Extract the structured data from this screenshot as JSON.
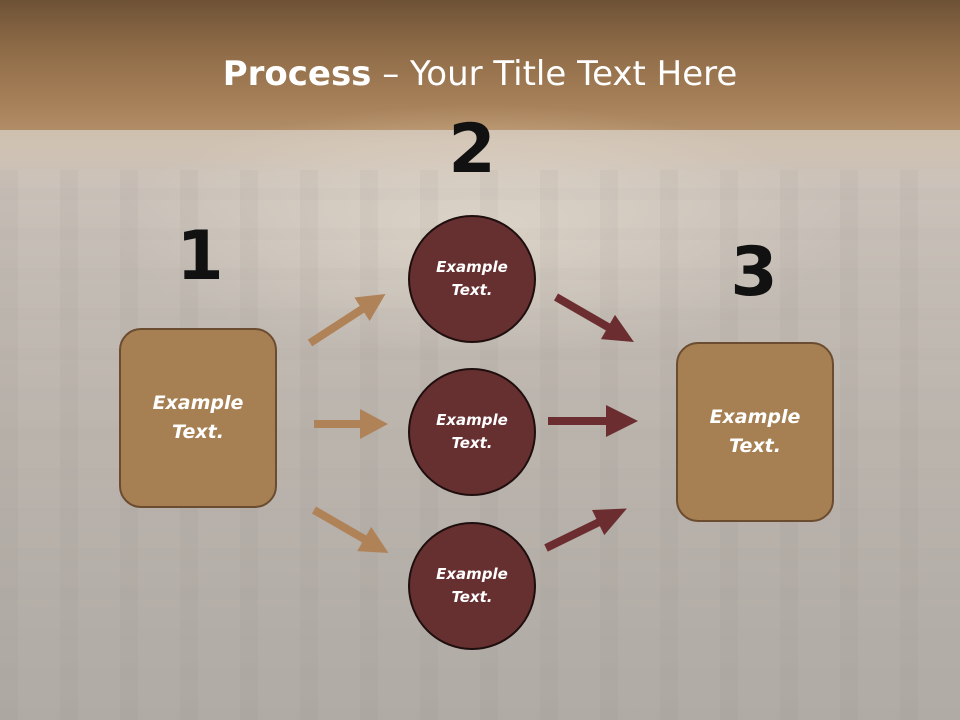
{
  "slide": {
    "title_bold": "Process",
    "title_rest": " – Your Title Text Here",
    "steps": [
      {
        "number": "1",
        "label": "Example\nText."
      },
      {
        "number": "2",
        "labels": [
          "Example\nText.",
          "Example\nText.",
          "Example\nText."
        ]
      },
      {
        "number": "3",
        "label": "Example\nText."
      }
    ]
  },
  "colors": {
    "box_fill": "#a67f52",
    "circle_fill": "#662f30",
    "arrow_light": "#b08258",
    "arrow_dark": "#6b2d2f"
  }
}
